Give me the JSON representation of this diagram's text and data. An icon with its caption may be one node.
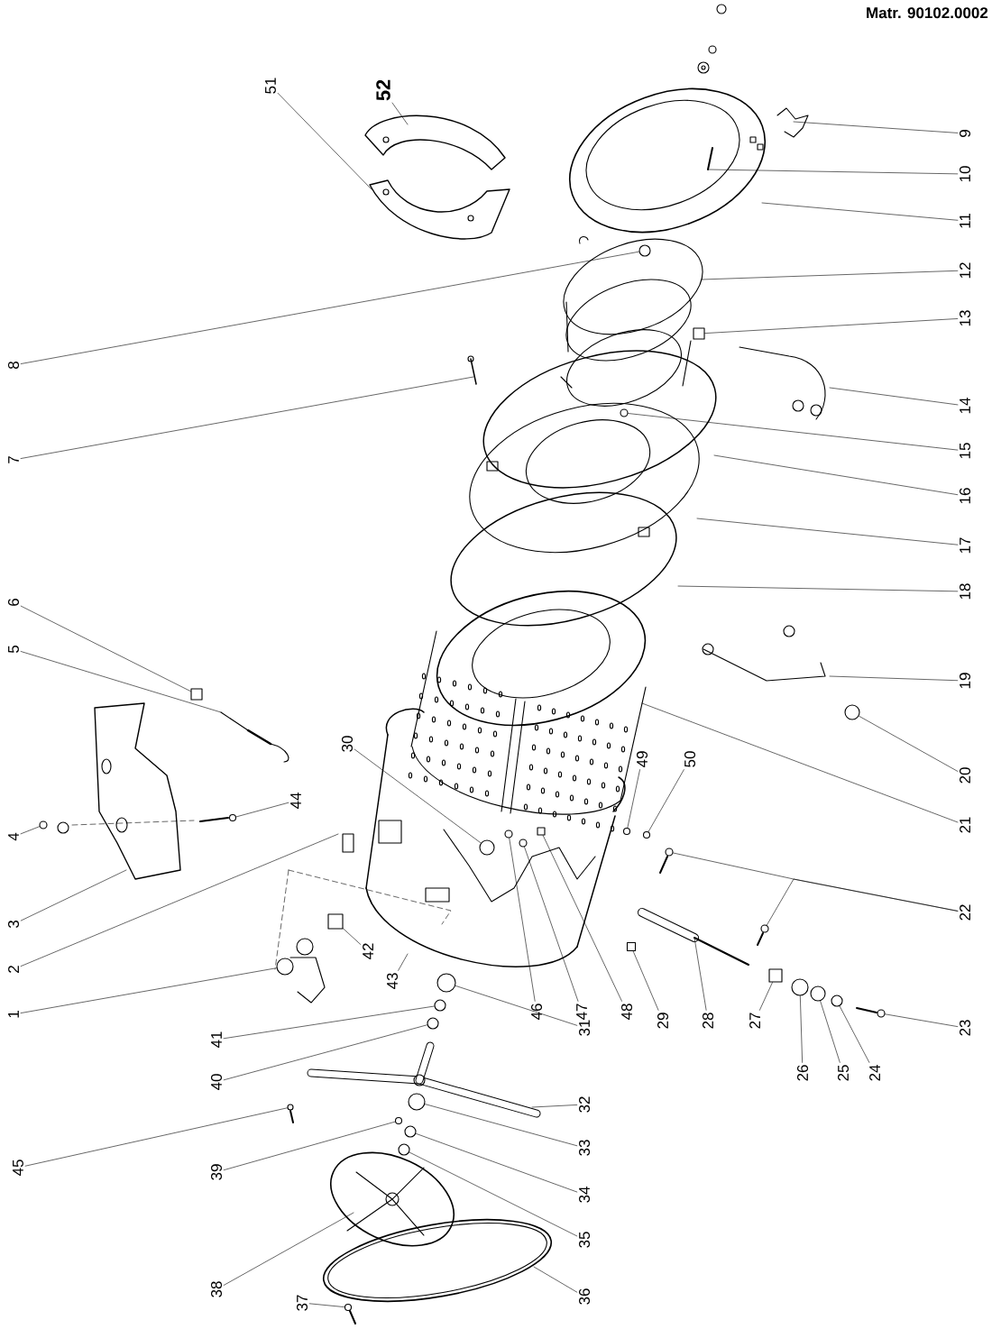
{
  "diagram": {
    "nodes": [
      {
        "text": [
          "1"
        ]
      },
      {
        "text": [
          "2"
        ]
      },
      {
        "text": [
          "3"
        ]
      },
      {
        "text": [
          "4"
        ]
      },
      {
        "text": [
          "5"
        ]
      },
      {
        "text": [
          "6"
        ]
      },
      {
        "text": [
          "7"
        ]
      },
      {
        "text": [
          "8"
        ]
      },
      {
        "text": [
          "9"
        ]
      },
      {
        "text": [
          "10"
        ]
      },
      {
        "text": [
          "11"
        ]
      },
      {
        "text": [
          "12"
        ]
      },
      {
        "text": [
          "13"
        ]
      },
      {
        "text": [
          "14"
        ]
      },
      {
        "text": [
          "15"
        ]
      },
      {
        "text": [
          "16"
        ]
      },
      {
        "text": [
          "17"
        ]
      },
      {
        "text": [
          "18"
        ]
      },
      {
        "text": [
          "19"
        ]
      },
      {
        "text": [
          "20"
        ]
      },
      {
        "text": [
          "21"
        ]
      },
      {
        "text": [
          "22"
        ]
      },
      {
        "text": [
          "23"
        ]
      },
      {
        "text": [
          "24"
        ]
      },
      {
        "text": [
          "25"
        ]
      },
      {
        "text": [
          "26"
        ]
      },
      {
        "text": [
          "27"
        ]
      },
      {
        "text": [
          "28"
        ]
      },
      {
        "text": [
          "29"
        ]
      },
      {
        "text": [
          "30"
        ]
      },
      {
        "text": [
          "31"
        ]
      },
      {
        "text": [
          "32"
        ]
      },
      {
        "text": [
          "33"
        ]
      },
      {
        "text": [
          "34"
        ]
      },
      {
        "text": [
          "35"
        ]
      },
      {
        "text": [
          "36"
        ]
      },
      {
        "text": [
          "37"
        ]
      },
      {
        "text": [
          "38"
        ]
      },
      {
        "text": [
          "39"
        ]
      },
      {
        "text": [
          "40"
        ]
      },
      {
        "text": [
          "41"
        ]
      },
      {
        "text": [
          "42"
        ]
      },
      {
        "text": [
          "43"
        ]
      },
      {
        "text": [
          "44"
        ]
      },
      {
        "text": [
          "45"
        ]
      },
      {
        "text": [
          "46"
        ]
      },
      {
        "text": [
          "47"
        ]
      },
      {
        "text": [
          "48"
        ]
      },
      {
        "text": [
          "49"
        ]
      },
      {
        "text": [
          "50"
        ]
      },
      {
        "text": [
          "51"
        ]
      },
      {
        "text": [
          "52"
        ]
      },
      {
        "text": [],
        "shape": "circle"
      },
      {
        "text": [],
        "shape": "circle"
      },
      {
        "text": [],
        "shape": "box"
      },
      {
        "text": [],
        "shape": "circle"
      },
      {
        "text": [],
        "shape": "box"
      },
      {
        "text": [],
        "shape": "circle"
      },
      {
        "text": [],
        "shape": "circle"
      },
      {
        "text": [],
        "shape": "circle"
      },
      {
        "text": [],
        "shape": "circle"
      },
      {
        "text": [],
        "shape": "circle"
      },
      {
        "text": [],
        "shape": "circle"
      },
      {
        "text": [],
        "shape": "circle"
      },
      {
        "text": [],
        "shape": "circle"
      },
      {
        "text": [],
        "shape": "box"
      },
      {
        "text": [],
        "shape": "box"
      },
      {
        "text": [],
        "shape": "circle"
      },
      {
        "text": [],
        "shape": "circle"
      },
      {
        "text": [],
        "shape": "circle"
      },
      {
        "text": [],
        "shape": "circle"
      },
      {
        "text": [],
        "shape": "circle"
      },
      {
        "text": [],
        "shape": "circle"
      },
      {
        "text": [],
        "shape": "circle"
      },
      {
        "text": [],
        "shape": "circle"
      },
      {
        "text": [],
        "shape": "box"
      },
      {
        "text": [],
        "shape": "circle"
      },
      {
        "text": [],
        "shape": "circle"
      },
      {
        "text": [],
        "shape": "circle"
      },
      {
        "text": [],
        "shape": "circle"
      },
      {
        "text": [],
        "shape": "box"
      },
      {
        "text": [],
        "shape": "circle"
      },
      {
        "text": [],
        "shape": "circle"
      },
      {
        "text": [],
        "shape": "circle"
      }
    ],
    "edges": [
      {
        "from": 0,
        "to": 52,
        "arrow": "none"
      },
      {
        "from": 1,
        "to": null,
        "arrow": "none"
      },
      {
        "from": 2,
        "to": null,
        "arrow": "none"
      },
      {
        "from": 3,
        "to": 53,
        "arrow": "none"
      },
      {
        "from": 4,
        "to": null,
        "arrow": "none"
      },
      {
        "from": 5,
        "to": 54,
        "arrow": "none"
      },
      {
        "from": 6,
        "to": null,
        "arrow": "none"
      },
      {
        "from": 7,
        "to": 55,
        "arrow": "none"
      },
      {
        "from": 8,
        "to": null,
        "arrow": "none"
      },
      {
        "from": 9,
        "to": null,
        "arrow": "none"
      },
      {
        "from": 10,
        "to": null,
        "arrow": "none"
      },
      {
        "from": 11,
        "to": null,
        "arrow": "none"
      },
      {
        "from": 12,
        "to": 56,
        "arrow": "none"
      },
      {
        "from": 13,
        "to": null,
        "arrow": "none"
      },
      {
        "from": 14,
        "to": 57,
        "arrow": "none"
      },
      {
        "from": 15,
        "to": null,
        "arrow": "none"
      },
      {
        "from": 16,
        "to": null,
        "arrow": "none"
      },
      {
        "from": 17,
        "to": null,
        "arrow": "none"
      },
      {
        "from": 18,
        "to": null,
        "arrow": "none"
      },
      {
        "from": 19,
        "to": 58,
        "arrow": "none"
      },
      {
        "from": 20,
        "to": null,
        "arrow": "none"
      },
      {
        "from": 21,
        "to": 59,
        "arrow": "none"
      },
      {
        "from": 21,
        "to": 60,
        "arrow": "none"
      },
      {
        "from": 22,
        "to": 61,
        "arrow": "none"
      },
      {
        "from": 23,
        "to": 62,
        "arrow": "none"
      },
      {
        "from": 24,
        "to": 63,
        "arrow": "none"
      },
      {
        "from": 25,
        "to": 64,
        "arrow": "none"
      },
      {
        "from": 26,
        "to": 65,
        "arrow": "none"
      },
      {
        "from": 27,
        "to": null,
        "arrow": "none"
      },
      {
        "from": 28,
        "to": 66,
        "arrow": "none"
      },
      {
        "from": 29,
        "to": 67,
        "arrow": "none"
      },
      {
        "from": 30,
        "to": 68,
        "arrow": "none"
      },
      {
        "from": 31,
        "to": null,
        "arrow": "none"
      },
      {
        "from": 32,
        "to": 69,
        "arrow": "none"
      },
      {
        "from": 33,
        "to": 70,
        "arrow": "none"
      },
      {
        "from": 34,
        "to": 71,
        "arrow": "none"
      },
      {
        "from": 35,
        "to": null,
        "arrow": "none"
      },
      {
        "from": 36,
        "to": 83,
        "arrow": "none"
      },
      {
        "from": 37,
        "to": null,
        "arrow": "none"
      },
      {
        "from": 38,
        "to": 72,
        "arrow": "none"
      },
      {
        "from": 39,
        "to": 73,
        "arrow": "none"
      },
      {
        "from": 40,
        "to": 74,
        "arrow": "none"
      },
      {
        "from": 41,
        "to": 75,
        "arrow": "none"
      },
      {
        "from": 42,
        "to": null,
        "arrow": "none"
      },
      {
        "from": 43,
        "to": 76,
        "arrow": "none"
      },
      {
        "from": 44,
        "to": 77,
        "arrow": "none"
      },
      {
        "from": 45,
        "to": 78,
        "arrow": "none"
      },
      {
        "from": 46,
        "to": 79,
        "arrow": "none"
      },
      {
        "from": 47,
        "to": 80,
        "arrow": "none"
      },
      {
        "from": 48,
        "to": 81,
        "arrow": "none"
      },
      {
        "from": 49,
        "to": 82,
        "arrow": "none"
      },
      {
        "from": 50,
        "to": null,
        "arrow": "none"
      },
      {
        "from": 51,
        "to": null,
        "arrow": "none"
      }
    ],
    "labels": [
      "Matr. 90102.0002"
    ]
  }
}
